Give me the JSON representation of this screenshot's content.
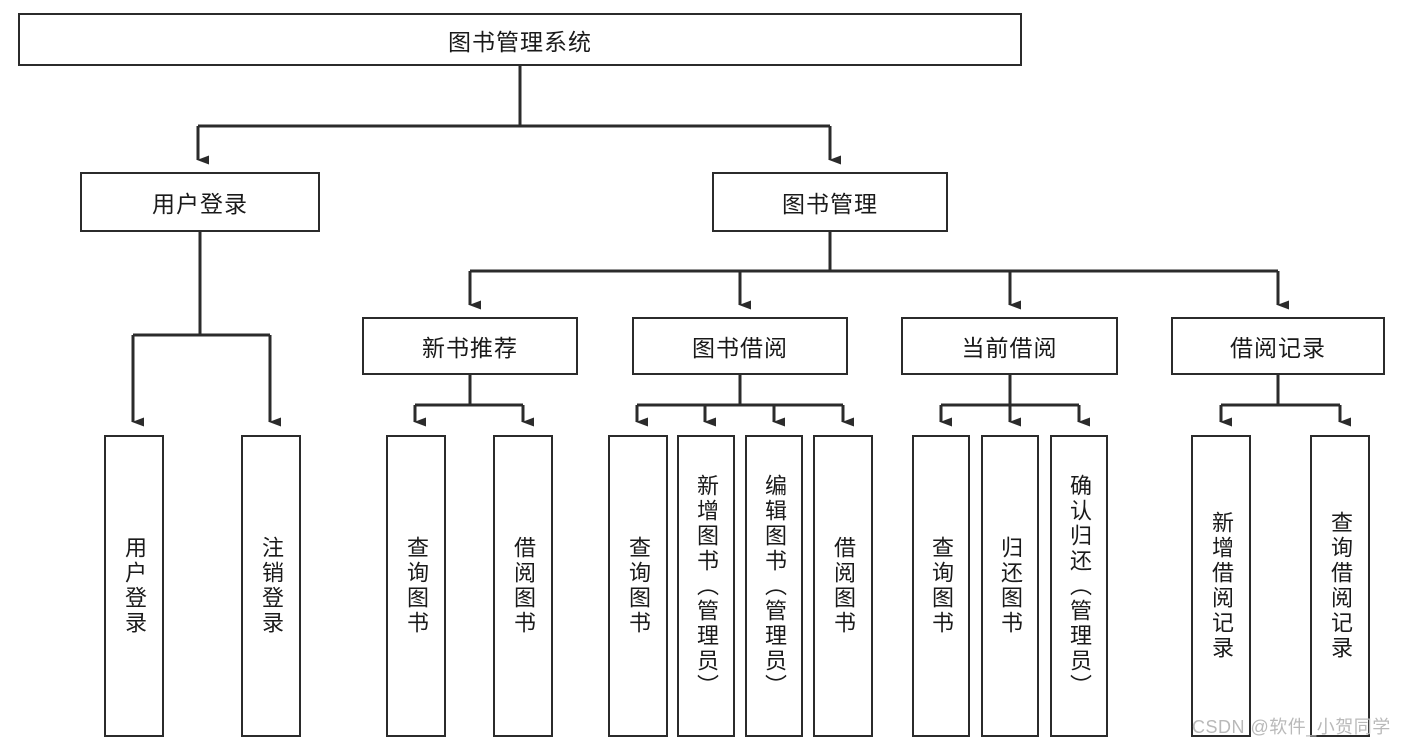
{
  "diagram": {
    "type": "tree-hierarchy",
    "title": "图书管理系统",
    "root": {
      "label": "图书管理系统"
    },
    "level2": [
      {
        "id": "user-login",
        "label": "用户登录"
      },
      {
        "id": "book-manage",
        "label": "图书管理"
      }
    ],
    "level3": [
      {
        "id": "new-book-rec",
        "label": "新书推荐",
        "parent": "book-manage"
      },
      {
        "id": "book-borrow",
        "label": "图书借阅",
        "parent": "book-manage"
      },
      {
        "id": "current-borrow",
        "label": "当前借阅",
        "parent": "book-manage"
      },
      {
        "id": "borrow-record",
        "label": "借阅记录",
        "parent": "book-manage"
      }
    ],
    "leaves": [
      {
        "id": "leaf-user-login",
        "label": "用户登录",
        "parent": "user-login"
      },
      {
        "id": "leaf-logout-login",
        "label": "注销登录",
        "parent": "user-login"
      },
      {
        "id": "leaf-query-book-1",
        "label": "查询图书",
        "parent": "new-book-rec"
      },
      {
        "id": "leaf-borrow-book-1",
        "label": "借阅图书",
        "parent": "new-book-rec"
      },
      {
        "id": "leaf-query-book-2",
        "label": "查询图书",
        "parent": "book-borrow"
      },
      {
        "id": "leaf-add-book",
        "label": "新增图书（管理员）",
        "parent": "book-borrow"
      },
      {
        "id": "leaf-edit-book",
        "label": "编辑图书（管理员）",
        "parent": "book-borrow"
      },
      {
        "id": "leaf-borrow-book-2",
        "label": "借阅图书",
        "parent": "book-borrow"
      },
      {
        "id": "leaf-query-book-3",
        "label": "查询图书",
        "parent": "current-borrow"
      },
      {
        "id": "leaf-return-book",
        "label": "归还图书",
        "parent": "current-borrow"
      },
      {
        "id": "leaf-confirm-return",
        "label": "确认归还（管理员）",
        "parent": "current-borrow"
      },
      {
        "id": "leaf-add-record",
        "label": "新增借阅记录",
        "parent": "borrow-record"
      },
      {
        "id": "leaf-query-record",
        "label": "查询借阅记录",
        "parent": "borrow-record"
      }
    ],
    "colors": {
      "box_border": "#2b2b2b",
      "box_fill": "#ffffff",
      "connector": "#2b2b2b",
      "text": "#1a1a1a",
      "watermark": "#b9b9b9",
      "background": "#ffffff"
    }
  },
  "watermark": {
    "text": "CSDN @软件_小贺同学"
  }
}
